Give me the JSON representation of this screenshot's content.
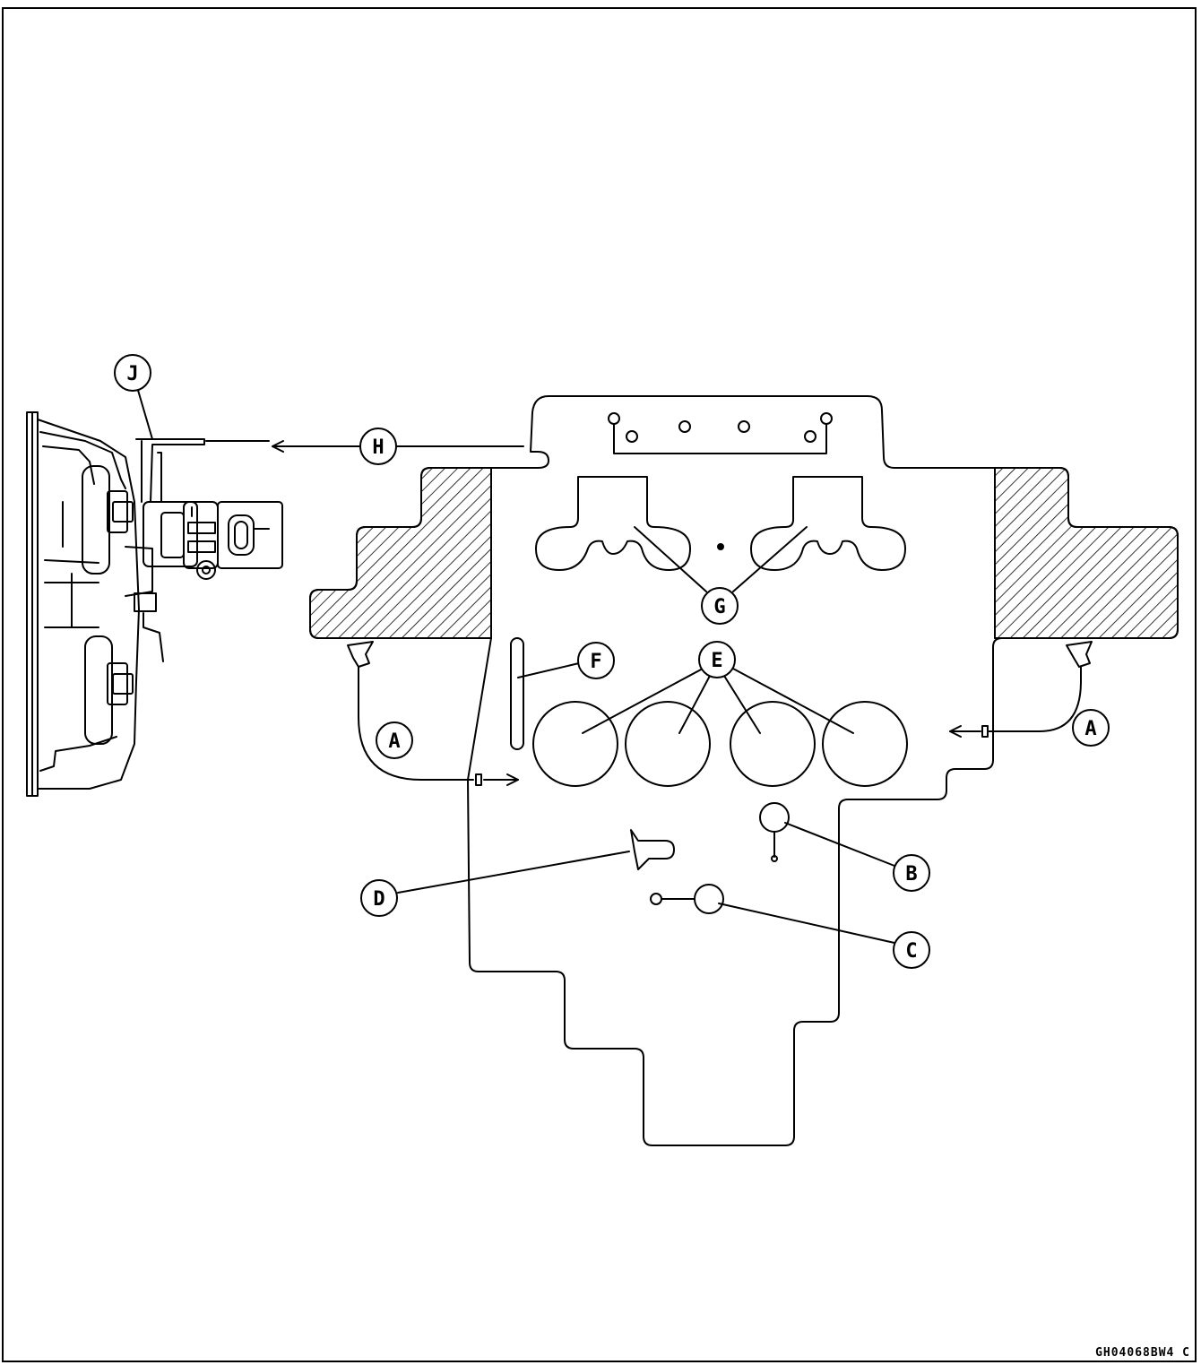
{
  "figure_code": "GH04068BW4  C",
  "callouts": {
    "A": "A",
    "B": "B",
    "C": "C",
    "D": "D",
    "E": "E",
    "F": "F",
    "G": "G",
    "H": "H",
    "J": "J"
  },
  "colors": {
    "line": "#000000",
    "background": "#ffffff"
  }
}
